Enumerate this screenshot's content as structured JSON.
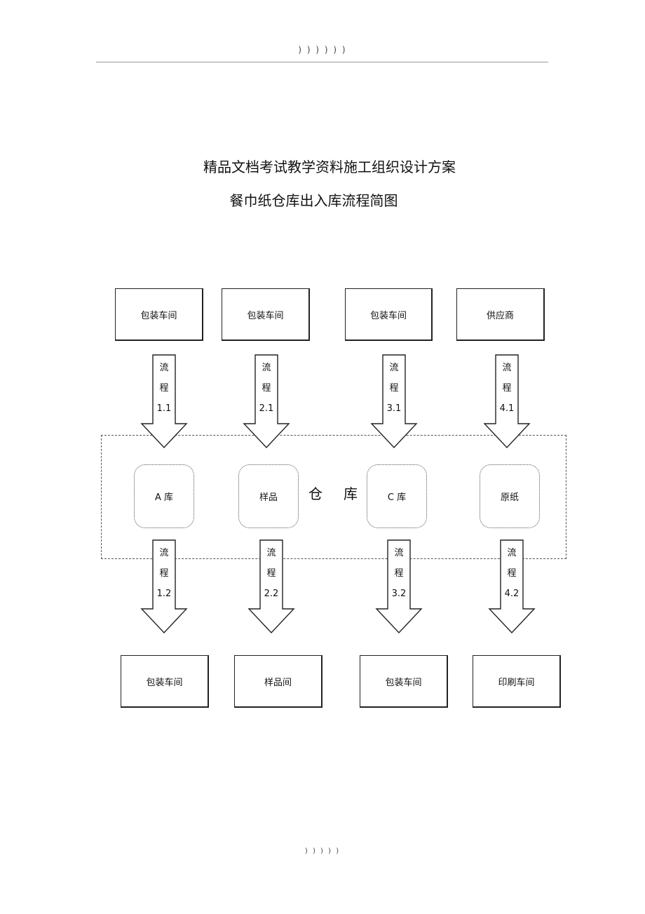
{
  "page": {
    "header_marks": ") ) ) ) ) )",
    "footer_marks": ") ) ) ) )",
    "doc_title": "精品文档考试教学资料施工组织设计方案",
    "diagram_title": "餐巾纸仓库出入库流程简图"
  },
  "sources": [
    {
      "label": "包装车间"
    },
    {
      "label": "包装车间"
    },
    {
      "label": "包装车间"
    },
    {
      "label": "供应商"
    }
  ],
  "inbound_flows": [
    {
      "label_top": "流",
      "label_mid": "程",
      "number": "1.1"
    },
    {
      "label_top": "流",
      "label_mid": "程",
      "number": "2.1"
    },
    {
      "label_top": "流",
      "label_mid": "程",
      "number": "3.1"
    },
    {
      "label_top": "流",
      "label_mid": "程",
      "number": "4.1"
    }
  ],
  "warehouse": {
    "label": "仓库",
    "stores": [
      {
        "label": "A 库"
      },
      {
        "label": "样品"
      },
      {
        "label": "C 库"
      },
      {
        "label": "原纸"
      }
    ]
  },
  "outbound_flows": [
    {
      "label_top": "流",
      "label_mid": "程",
      "number": "1.2"
    },
    {
      "label_top": "流",
      "label_mid": "程",
      "number": "2.2"
    },
    {
      "label_top": "流",
      "label_mid": "程",
      "number": "3.2"
    },
    {
      "label_top": "流",
      "label_mid": "程",
      "number": "4.2"
    }
  ],
  "destinations": [
    {
      "label": "包装车间"
    },
    {
      "label": "样品间"
    },
    {
      "label": "包装车间"
    },
    {
      "label": "印刷车间"
    }
  ]
}
